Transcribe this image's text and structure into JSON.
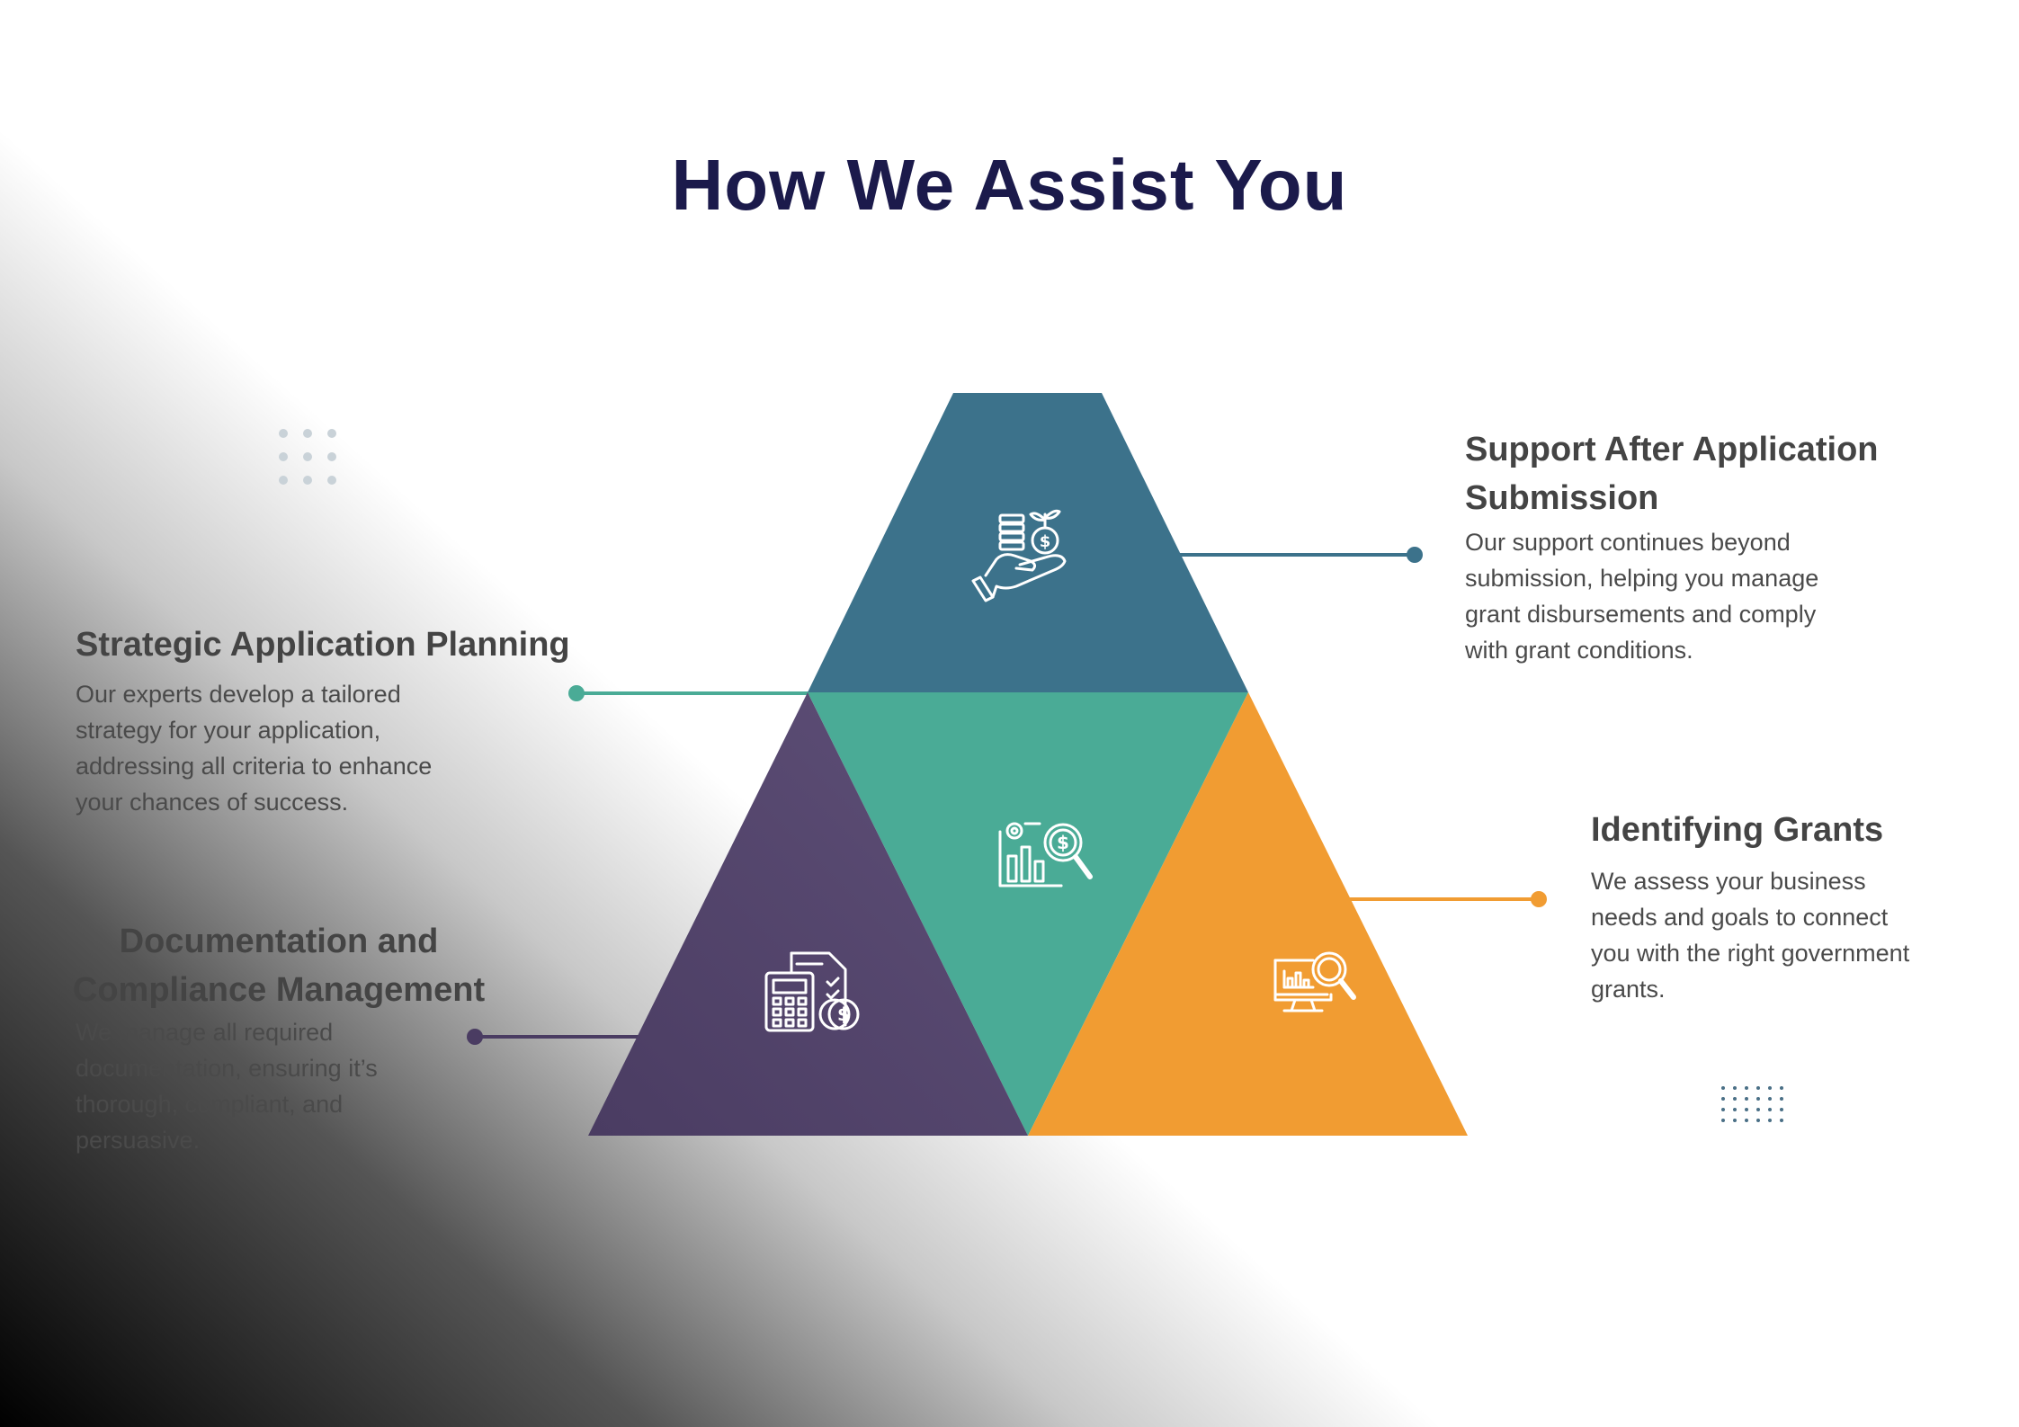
{
  "title": "How We Assist You",
  "colors": {
    "top_section": "#3c728b",
    "center_section": "#4aab96",
    "left_section": "#5a4b72",
    "right_section": "#f19c32",
    "title": "#1b1a4b",
    "text": "#444444"
  },
  "sections": {
    "support": {
      "heading": "Support After Application Submission",
      "text": "Our support continues beyond submission, helping you manage grant disbursements and comply with grant conditions.",
      "icon": "hand-coins-plant-icon"
    },
    "strategic": {
      "heading": "Strategic Application Planning",
      "text": "Our experts develop a tailored strategy for your application, addressing all criteria to enhance your chances of success.",
      "icon": "chart-dollar-magnifier-icon"
    },
    "documentation": {
      "heading": "Documentation and Compliance Management",
      "text": "We manage all required documentation, ensuring it’s thorough, compliant, and persuasive.",
      "icon": "calculator-document-coin-icon"
    },
    "identifying": {
      "heading": "Identifying Grants",
      "text": "We assess your business needs and goals to connect you with the right government grants.",
      "icon": "monitor-chart-search-icon"
    }
  }
}
